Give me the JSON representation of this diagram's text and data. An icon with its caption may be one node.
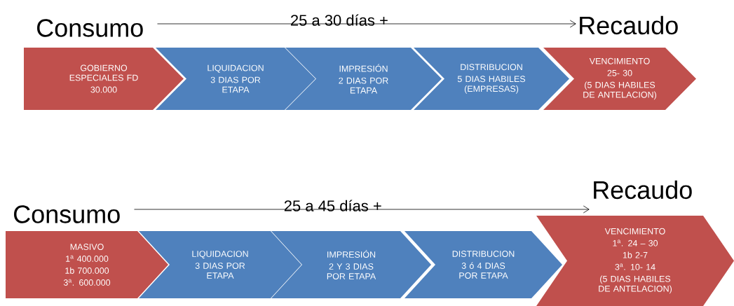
{
  "diagram": {
    "nodes": [
      {
        "text": [
          "Consumo"
        ]
      },
      {
        "text": [
          "Recaudo"
        ]
      },
      {
        "text": [
          "GOBIERNO ESPECIALES FD",
          "30.000"
        ]
      },
      {
        "text": [
          "LIQUIDACION",
          "3 DIAS POR ETAPA"
        ]
      },
      {
        "text": [
          "IMPRESIÓN",
          "2 DIAS POR ETAPA"
        ]
      },
      {
        "text": [
          "DISTRIBUCION",
          "5 DIAS HABILES (EMPRESAS)"
        ]
      },
      {
        "text": [
          "VENCIMIENTO",
          "25- 30",
          "(5 DIAS HABILES DE ANTELACION)"
        ]
      },
      {
        "text": [
          "Consumo"
        ]
      },
      {
        "text": [
          "Recaudo"
        ]
      },
      {
        "text": [
          "MASIVO",
          "1$^{a}$ 400.000",
          "1b 700.000",
          "3$^{a}$. 600.000"
        ]
      },
      {
        "text": [
          "LIQUIDACION",
          "3 DIAS POR ETAPA"
        ]
      },
      {
        "text": [
          "IMPRESIÓN",
          "2 Y 3 DIAS POR ETAPA"
        ]
      },
      {
        "text": [
          "DISTRIBUCION",
          "3 ó 4 DIAS POR ETAPA"
        ]
      },
      {
        "text": [
          "VENCIMIENTO",
          "1$^{a}$. 24 – 30",
          "1b 2-7",
          "3$^{a}$. 10- 14",
          "(5 DIAS HABILES DE ANTELACION)"
        ]
      }
    ],
    "edges": [
      {
        "from": 0,
        "to": 1,
        "arrow": "to",
        "label": "25 a 30 días +"
      },
      {
        "from": 7,
        "to": 8,
        "arrow": "to",
        "label": "25 a 45 días +"
      }
    ]
  }
}
